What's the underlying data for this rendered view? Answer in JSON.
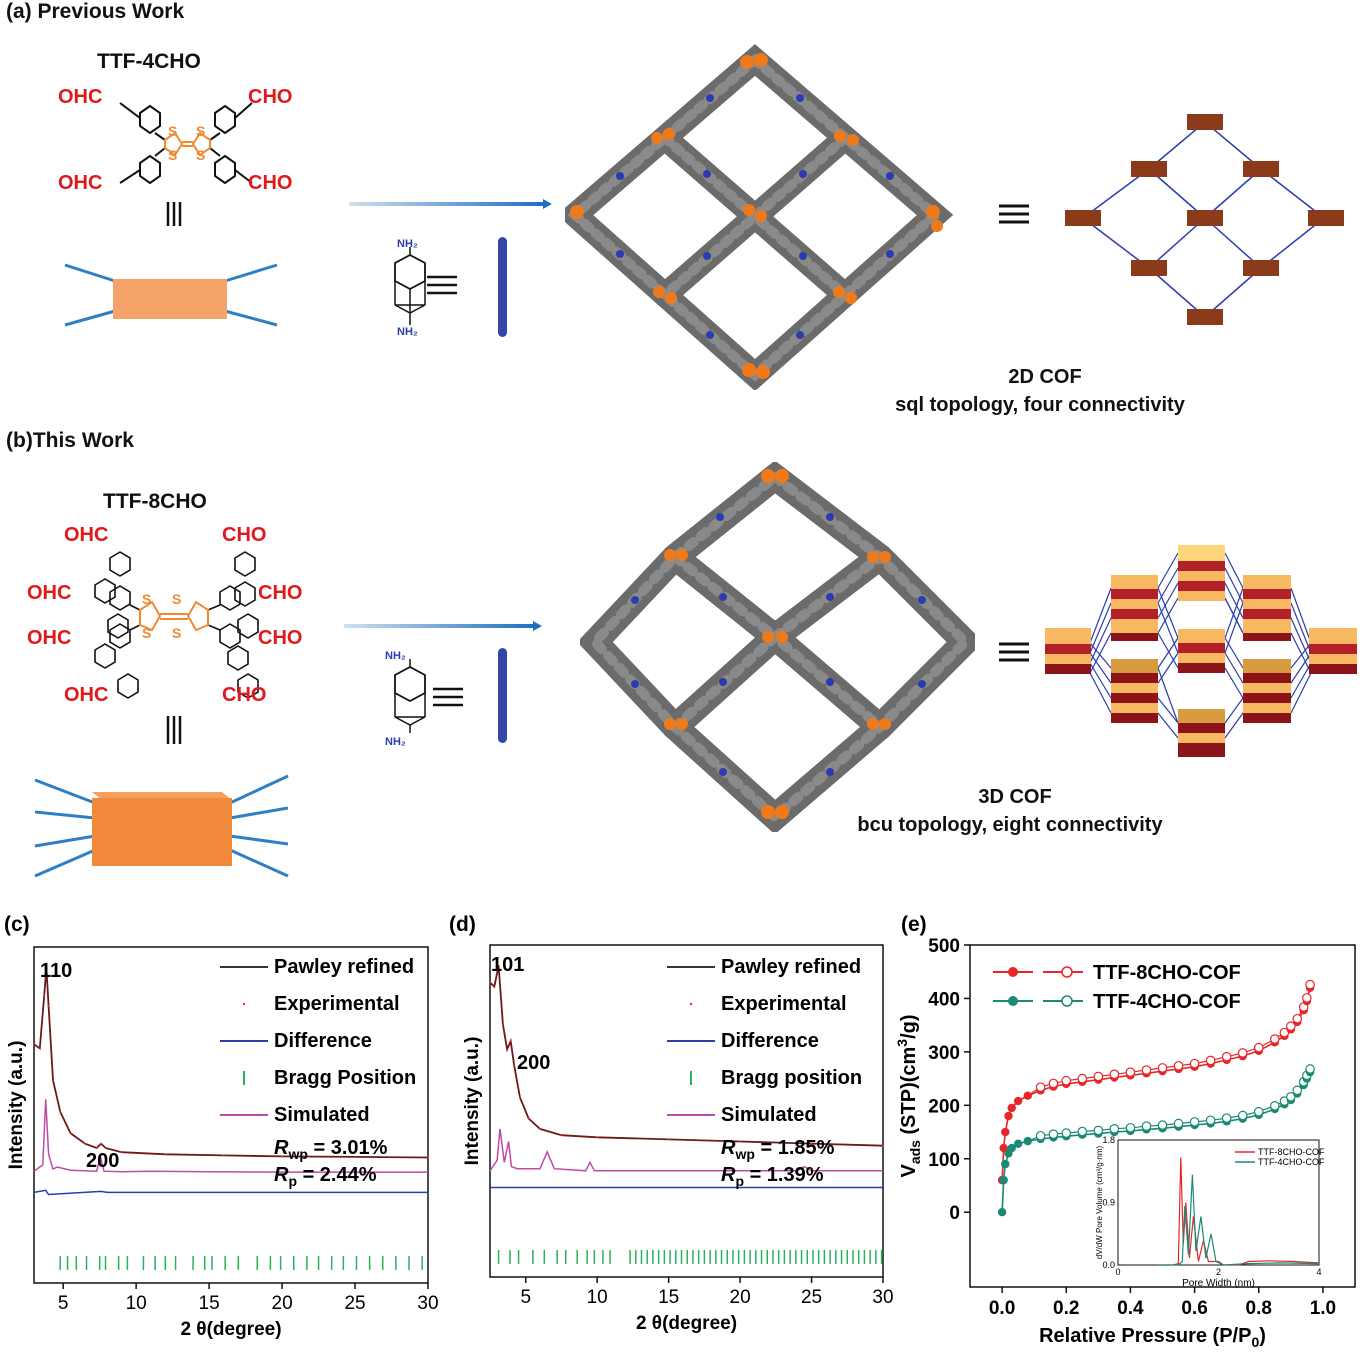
{
  "panel_a": {
    "label": "(a) Previous Work",
    "monomer": "TTF-4CHO",
    "cho_labels": [
      "OHC",
      "CHO",
      "OHC",
      "CHO"
    ],
    "linker_nh2": "NH2",
    "caption_line1": "2D COF",
    "caption_line2": "sql topology, four connectivity"
  },
  "panel_b": {
    "label": "(b)This Work",
    "monomer": "TTF-8CHO",
    "cho_labels": [
      "OHC",
      "CHO",
      "OHC",
      "CHO",
      "OHC",
      "CHO",
      "OHC",
      "CHO"
    ],
    "linker_nh2": "NH2",
    "caption_line1": "3D COF",
    "caption_line2": "bcu topology, eight connectivity"
  },
  "colors": {
    "orange_node": "#f59e5a",
    "brick": "#8b3a1a",
    "blue_linker": "#3447a8",
    "cof_gray": "#6b6b6b",
    "cof_orange": "#f07a1a",
    "cof_blue": "#2a3cb0"
  },
  "chart_data": [
    {
      "panel": "(c)",
      "type": "line",
      "xlabel": "2 θ(degree)",
      "ylabel": "Intensity (a.u.)",
      "xlim": [
        3,
        30
      ],
      "xticks": [
        5,
        10,
        15,
        20,
        25,
        30
      ],
      "peak_labels": [
        "110",
        "200"
      ],
      "legend": [
        "Pawley refined",
        "Experimental",
        "Difference",
        "Bragg Position",
        "Simulated"
      ],
      "stats": {
        "rwp_sym": "R",
        "rwp_sub": "wp",
        "rwp_val": "= 3.01%",
        "rp_sym": "R",
        "rp_sub": "p",
        "rp_val": "= 2.44%"
      },
      "series": [
        {
          "name": "Pawley refined",
          "color": "#6b1a1a",
          "x": [
            3,
            3.4,
            3.7,
            3.85,
            4.0,
            4.3,
            4.8,
            5.5,
            6.5,
            7.3,
            7.6,
            7.9,
            9,
            12,
            16,
            20,
            25,
            30
          ],
          "y": [
            0.62,
            0.6,
            0.85,
            0.98,
            0.8,
            0.45,
            0.3,
            0.2,
            0.15,
            0.13,
            0.15,
            0.13,
            0.11,
            0.1,
            0.095,
            0.09,
            0.088,
            0.085
          ]
        },
        {
          "name": "Simulated",
          "color": "#c04aa8",
          "x": [
            3,
            3.6,
            3.8,
            4.0,
            4.3,
            4.6,
            5.5,
            7.3,
            7.55,
            7.8,
            9,
            11,
            15,
            20,
            25,
            30
          ],
          "y": [
            0.02,
            0.05,
            0.36,
            0.1,
            0.03,
            0.04,
            0.025,
            0.02,
            0.09,
            0.02,
            0.018,
            0.02,
            0.018,
            0.016,
            0.016,
            0.016
          ]
        },
        {
          "name": "Difference",
          "color": "#2a3cb0",
          "x": [
            3,
            3.8,
            4.0,
            7.6,
            8,
            30
          ],
          "y": [
            -0.08,
            -0.07,
            -0.09,
            -0.075,
            -0.08,
            -0.08
          ]
        }
      ],
      "bragg": [
        4.8,
        5.3,
        5.9,
        6.6,
        7.5,
        7.9,
        8.8,
        9.4,
        10.5,
        11.3,
        12.0,
        12.7,
        13.9,
        14.7,
        15.2,
        16.1,
        17.0,
        18.3,
        19.2,
        19.9,
        20.8,
        21.7,
        22.5,
        23.4,
        24.2,
        25.1,
        26.0,
        26.9,
        27.8,
        28.7,
        29.6
      ]
    },
    {
      "panel": "(d)",
      "type": "line",
      "xlabel": "2 θ(degree)",
      "ylabel": "Intensity (a.u.)",
      "xlim": [
        2.5,
        30
      ],
      "xticks": [
        5,
        10,
        15,
        20,
        25,
        30
      ],
      "peak_labels": [
        "101",
        "200"
      ],
      "legend": [
        "Pawley refined",
        "Experimental",
        "Difference",
        "Bragg position",
        "Simulated"
      ],
      "stats": {
        "rwp_sym": "R",
        "rwp_sub": "wp",
        "rwp_val": "= 1.85%",
        "rp_sym": "R",
        "rp_sub": "p",
        "rp_val": "= 1.39%"
      },
      "series": [
        {
          "name": "Pawley refined",
          "color": "#6b1a1a",
          "x": [
            2.5,
            2.8,
            3.1,
            3.4,
            3.7,
            3.95,
            4.2,
            4.6,
            5.2,
            6,
            7.5,
            10,
            15,
            20,
            25,
            30
          ],
          "y": [
            0.9,
            0.88,
            0.98,
            0.7,
            0.58,
            0.62,
            0.5,
            0.35,
            0.25,
            0.2,
            0.17,
            0.16,
            0.15,
            0.14,
            0.13,
            0.12
          ]
        },
        {
          "name": "Simulated",
          "color": "#c04aa8",
          "x": [
            2.5,
            3.0,
            3.2,
            3.5,
            3.8,
            4.0,
            4.4,
            6.0,
            6.5,
            7.0,
            9.2,
            9.5,
            9.8,
            15,
            20,
            24,
            24.5,
            25,
            30
          ],
          "y": [
            0.0,
            0.05,
            0.2,
            0.04,
            0.14,
            0.02,
            0.01,
            0.01,
            0.09,
            0.01,
            0.0,
            0.04,
            0.0,
            0.0,
            0.0,
            0.0,
            0.02,
            0.0,
            0.0
          ]
        },
        {
          "name": "Difference",
          "color": "#2a3cb0",
          "x": [
            2.5,
            30
          ],
          "y": [
            -0.08,
            -0.08
          ]
        }
      ],
      "bragg": [
        3.1,
        3.9,
        4.5,
        5.5,
        6.3,
        7.2,
        7.8,
        8.6,
        9.3,
        9.8,
        10.4,
        10.9,
        12.3,
        12.7,
        13.1,
        13.5,
        13.9,
        14.3,
        14.7,
        15.1,
        15.5,
        15.9,
        16.3,
        16.7,
        17.1,
        17.5,
        17.9,
        18.3,
        18.7,
        19.1,
        19.5,
        19.9,
        20.3,
        20.7,
        21.1,
        21.5,
        21.9,
        22.3,
        22.7,
        23.1,
        23.5,
        23.9,
        24.3,
        24.7,
        25.1,
        25.5,
        25.9,
        26.3,
        26.7,
        27.1,
        27.5,
        27.9,
        28.3,
        28.7,
        29.1,
        29.5,
        29.9
      ]
    },
    {
      "panel": "(e)",
      "type": "scatter",
      "xlabel": "Relative Pressure (P/P0)",
      "ylabel": "Vads (STP)(cm3/g)",
      "xlim": [
        -0.1,
        1.1
      ],
      "ylim": [
        -140,
        500
      ],
      "xticks": [
        0.0,
        0.2,
        0.4,
        0.6,
        0.8,
        1.0
      ],
      "yticks": [
        0,
        100,
        200,
        300,
        400,
        500
      ],
      "series": [
        {
          "name": "TTF-8CHO-COF",
          "color": "#e8262a",
          "x": [
            0.0,
            0.005,
            0.01,
            0.02,
            0.03,
            0.05,
            0.08,
            0.12,
            0.16,
            0.2,
            0.25,
            0.3,
            0.35,
            0.4,
            0.45,
            0.5,
            0.55,
            0.6,
            0.65,
            0.7,
            0.75,
            0.8,
            0.85,
            0.88,
            0.9,
            0.92,
            0.94,
            0.95,
            0.96
          ],
          "y": [
            60,
            120,
            150,
            180,
            195,
            208,
            218,
            228,
            235,
            240,
            244,
            248,
            252,
            256,
            260,
            264,
            268,
            272,
            278,
            285,
            292,
            302,
            318,
            330,
            342,
            356,
            378,
            395,
            420
          ]
        },
        {
          "name": "TTF-4CHO-COF",
          "color": "#1a8a74",
          "x": [
            0.0,
            0.005,
            0.01,
            0.02,
            0.03,
            0.05,
            0.08,
            0.12,
            0.16,
            0.2,
            0.25,
            0.3,
            0.35,
            0.4,
            0.45,
            0.5,
            0.55,
            0.6,
            0.65,
            0.7,
            0.75,
            0.8,
            0.85,
            0.88,
            0.9,
            0.92,
            0.94,
            0.95,
            0.96
          ],
          "y": [
            0,
            60,
            90,
            110,
            120,
            128,
            133,
            137,
            140,
            142,
            145,
            147,
            150,
            152,
            155,
            157,
            160,
            163,
            166,
            170,
            175,
            182,
            193,
            202,
            210,
            222,
            238,
            250,
            262
          ]
        }
      ],
      "inset": {
        "xlabel": "Pore Width (nm)",
        "ylabel": "dV/dW Pore Volume (cm³/g·nm)",
        "xticks": [
          0,
          2,
          4
        ],
        "yticks": [
          0.0,
          0.9,
          1.8
        ],
        "legend": [
          "TTF-8CHO-COF",
          "TTF-4CHO-COF"
        ]
      }
    }
  ]
}
